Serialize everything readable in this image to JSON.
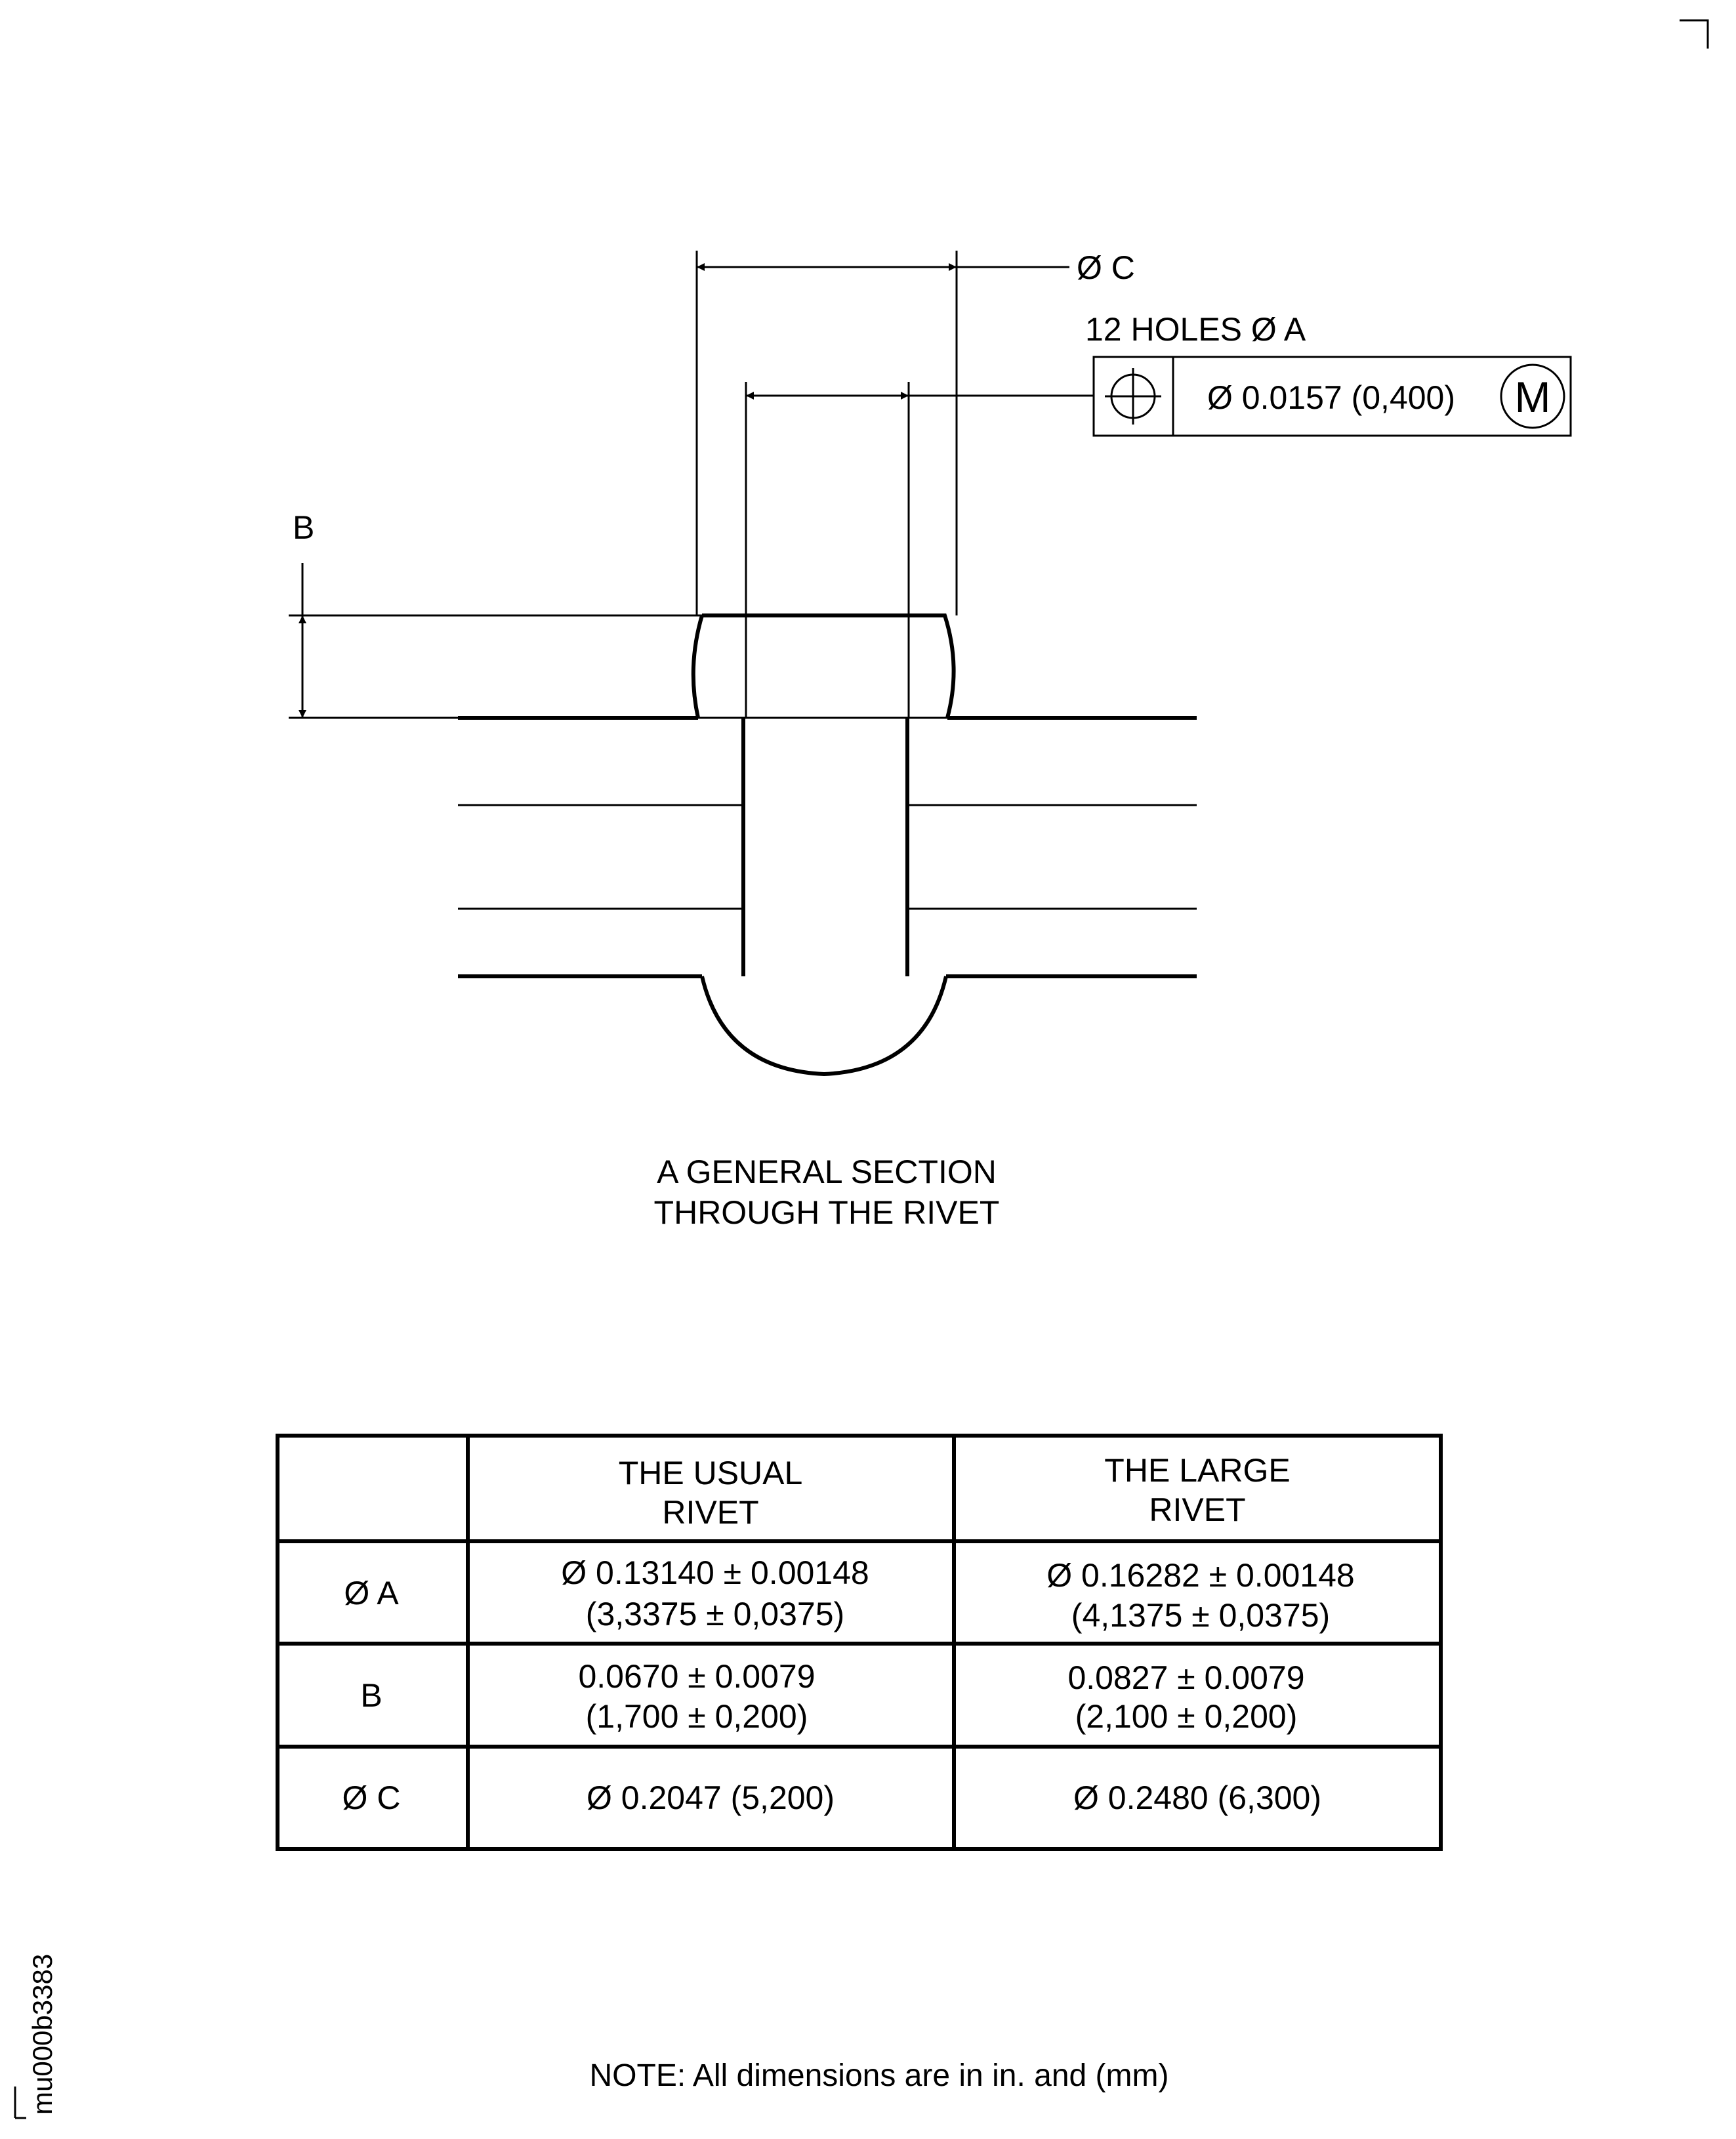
{
  "labels": {
    "dia_c": "Ø C",
    "holes": "12 HOLES Ø A",
    "fcf_value": "Ø 0.0157 (0,400)",
    "modifier": "M",
    "dim_b": "B"
  },
  "caption": {
    "line1": "A GENERAL SECTION",
    "line2": "THROUGH THE RIVET"
  },
  "table": {
    "headers": [
      {
        "line1": "THE USUAL",
        "line2": "RIVET"
      },
      {
        "line1": "THE LARGE",
        "line2": "RIVET"
      }
    ],
    "rows": [
      {
        "label": "Ø A",
        "usual": {
          "line1": "Ø 0.13140 ± 0.00148",
          "line2": "(3,3375 ± 0,0375)"
        },
        "large": {
          "line1": "Ø 0.16282 ± 0.00148",
          "line2": "(4,1375 ± 0,0375)"
        }
      },
      {
        "label": "B",
        "usual": {
          "line1": "0.0670 ± 0.0079",
          "line2": "(1,700 ± 0,200)"
        },
        "large": {
          "line1": "0.0827 ± 0.0079",
          "line2": "(2,100 ± 0,200)"
        }
      },
      {
        "label": "Ø C",
        "usual": {
          "line1": "Ø 0.2047 (5,200)",
          "line2": ""
        },
        "large": {
          "line1": "Ø 0.2480 (6,300)",
          "line2": ""
        }
      }
    ]
  },
  "note": "NOTE: All dimensions are in in. and (mm)",
  "figure_id": "mu000b3383"
}
